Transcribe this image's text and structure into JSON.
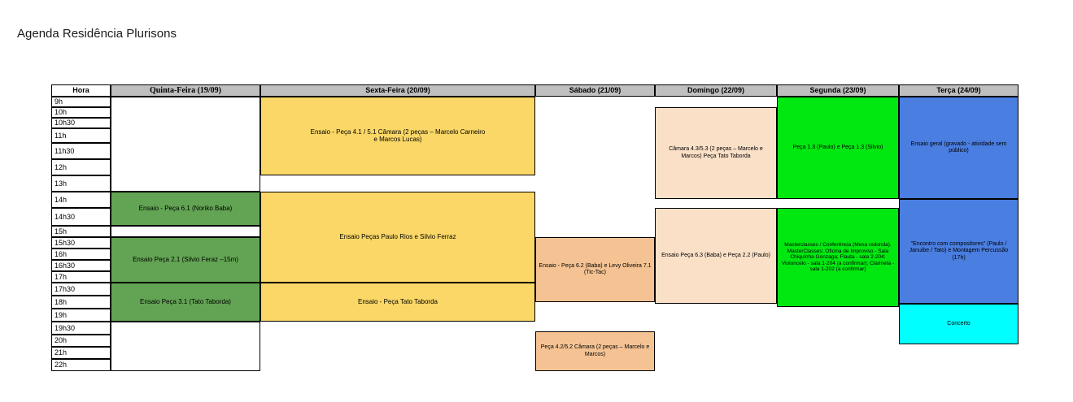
{
  "page": {
    "title": "Agenda Residência Plurisons"
  },
  "colors": {
    "header_gray": "#bfbfbf",
    "green_dark": "#62a453",
    "yellow": "#fad766",
    "peach_light": "#fbe0c8",
    "peach_dark": "#f5c393",
    "green_bright": "#00e810",
    "blue": "#4a7ee0",
    "cyan": "#00ffff",
    "border": "#000000",
    "page_background": "#ffffff"
  },
  "table": {
    "hour_column_header": "Hora",
    "day_headers": [
      {
        "label": "Quinta-Feira (19/09)",
        "style": "serif"
      },
      {
        "label": "Sexta-Feira (20/09)",
        "style": "sans"
      },
      {
        "label": "Sábado (21/09)",
        "style": "sans"
      },
      {
        "label": "Domingo (22/09)",
        "style": "sans"
      },
      {
        "label": "Segunda (23/09)",
        "style": "sans"
      },
      {
        "label": "Terça (24/09)",
        "style": "sans"
      }
    ],
    "hours": [
      "9h",
      "10h",
      "10h30",
      "11h",
      "11h30",
      "12h",
      "13h",
      "14h",
      "14h30",
      "15h",
      "15h30",
      "16h",
      "16h30",
      "17h",
      "17h30",
      "18h",
      "19h",
      "19h30",
      "20h",
      "21h",
      "22h"
    ],
    "events": {
      "quinta_1": "Ensaio - Peça 6.1 (Noriko Baba)",
      "quinta_2": "Ensaio Peça 2.1 (Silvio Feraz –15m)",
      "quinta_3": "Ensaio Peça 3.1 (Tato Taborda)",
      "sexta_1": "Ensaio - Peça 4.1 / 5.1 Câmara (2 peças – Marcelo Carneiro e Marcos Lucas)",
      "sexta_2": "Ensaio Peças Paulo Rios e Silvio Ferraz",
      "sexta_3": "Ensaio - Peça Tato Taborda",
      "sabado_1": "Ensaio - Peça 6.2 (Baba) e Levy Oliveira 7.1 (Tic-Tac)",
      "sabado_2": "Peça 4.2/5.2 Câmara (2 peças – Marcelo e Marcos)",
      "domingo_1": "Câmara 4.3/5.3 (2 peças – Marcelo e Marcos) Peça Tato Taborda",
      "domingo_2": "Ensaio Peça 6.3 (Baba) e Peça 2.2 (Paulo)",
      "segunda_1": "Peça 1.3 (Paulo) e Peça 1.3 (Silvio)",
      "segunda_2": "Masterclasses / Conferência (Mesa redonda). MasterClasses: Oficina de Improviso - Sala Chiquinha Gonzaga; Flauta - sala 2-204; Violoncelo - sala 1-204 (a confirmar); Clarineta - sala 1-202 (a confirmar)",
      "terca_1": "Ensaio geral (gravado - atividade sem público)",
      "terca_2": "\"Encontro com compositores\" (Paulo / Januibe / Tato) e Montagem Percussão (17h)",
      "terca_3": "Concerto"
    }
  }
}
